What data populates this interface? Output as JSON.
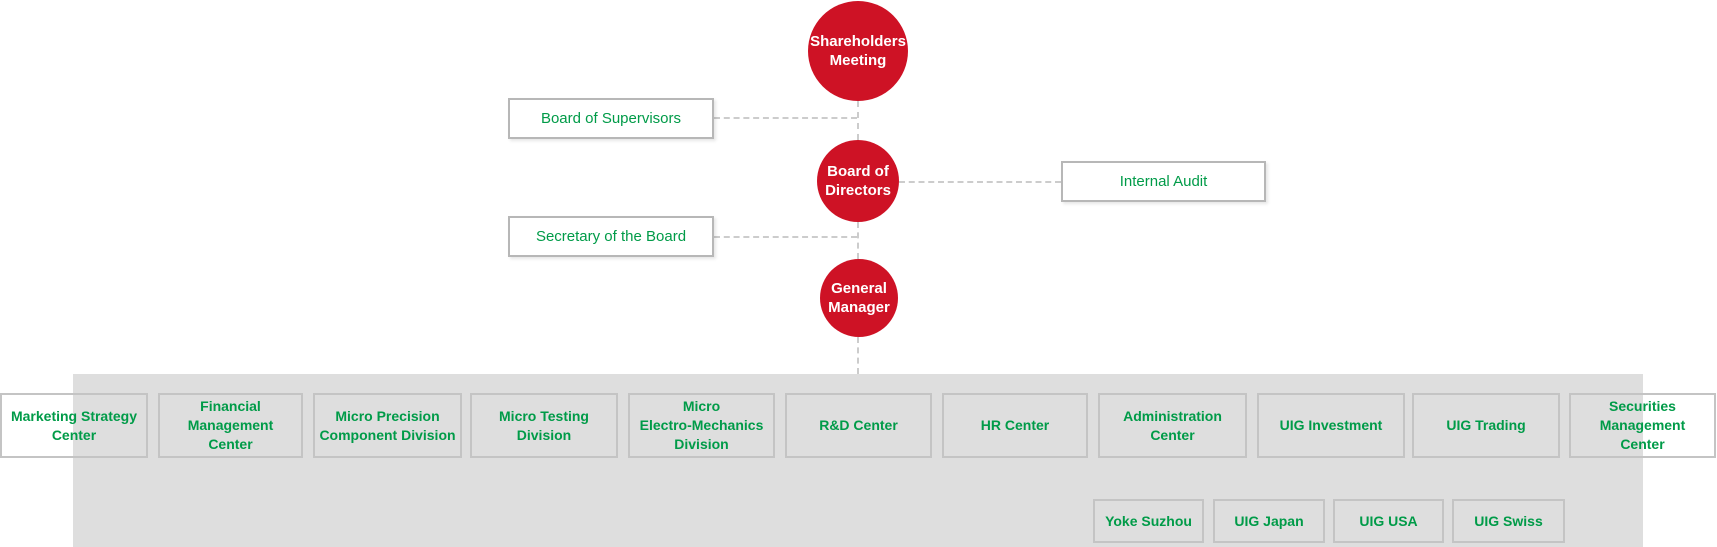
{
  "palette": {
    "circle_red": "#CE1225",
    "label_green": "#009B48",
    "band_gray": "#DEDEDE",
    "box_border_gray": "#C4C4C4",
    "white_box_border": "#B7B7B7",
    "connector_gray": "#CCCCCC"
  },
  "circles": [
    {
      "label": "Shareholders\nMeeting"
    },
    {
      "label": "Board of\nDirectors"
    },
    {
      "label": "General\nManager"
    }
  ],
  "side_boxes": [
    {
      "label": "Board of Supervisors"
    },
    {
      "label": "Internal Audit"
    },
    {
      "label": "Secretary of the Board"
    }
  ],
  "departments": [
    {
      "label": "Marketing Strategy\nCenter"
    },
    {
      "label": "Financial\nManagement\nCenter"
    },
    {
      "label": "Micro Precision\nComponent Division"
    },
    {
      "label": "Micro Testing\nDivision"
    },
    {
      "label": "Micro\nElectro-Mechanics\nDivision"
    },
    {
      "label": "R&D Center"
    },
    {
      "label": "HR Center"
    },
    {
      "label": "Administration\nCenter"
    },
    {
      "label": "UIG Investment"
    },
    {
      "label": "UIG Trading"
    },
    {
      "label": "Securities\nManagement\nCenter"
    }
  ],
  "subsidiaries": [
    {
      "label": "Yoke Suzhou"
    },
    {
      "label": "UIG Japan"
    },
    {
      "label": "UIG USA"
    },
    {
      "label": "UIG Swiss"
    }
  ]
}
